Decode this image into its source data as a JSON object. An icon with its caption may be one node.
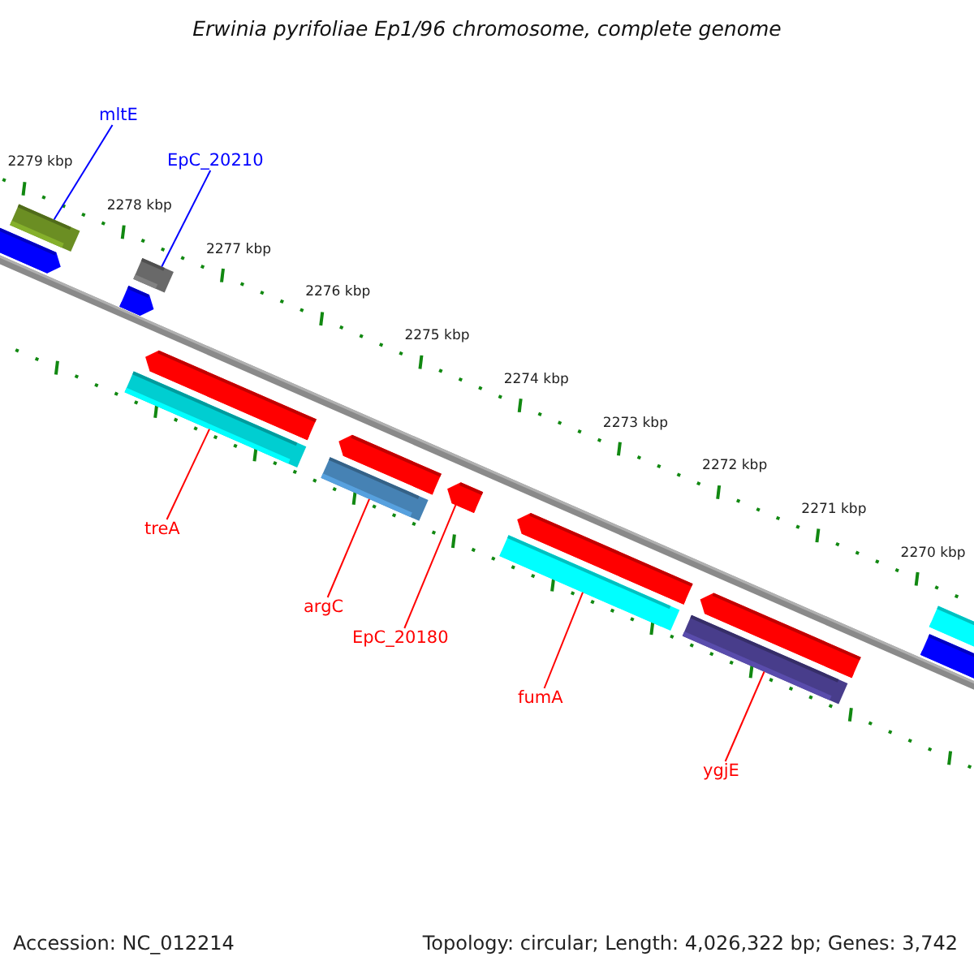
{
  "diagram": {
    "title": "Erwinia pyrifoliae Ep1/96 chromosome, complete genome",
    "nodes": [
      {
        "text": [
          "mltE"
        ]
      },
      {
        "text": [
          "EpC_20210"
        ]
      },
      {
        "text": [
          "treA"
        ]
      },
      {
        "text": [
          "argC"
        ]
      },
      {
        "text": [
          "EpC_20180"
        ]
      },
      {
        "text": [
          "fumA"
        ]
      },
      {
        "text": [
          "ygjE"
        ]
      },
      {
        "text": [],
        "shape": "bar"
      },
      {
        "text": [],
        "shape": "bar"
      },
      {
        "text": [],
        "shape": "bar"
      },
      {
        "text": [],
        "shape": "bar"
      },
      {
        "text": [],
        "shape": "bar"
      },
      {
        "text": [],
        "shape": "bar"
      },
      {
        "text": [],
        "shape": "bar"
      },
      {
        "text": [],
        "shape": "bar"
      },
      {
        "text": [],
        "shape": "bar"
      },
      {
        "text": [],
        "shape": "bar"
      },
      {
        "text": [],
        "shape": "bar"
      },
      {
        "text": [],
        "shape": "bar"
      },
      {
        "text": [],
        "shape": "bar"
      },
      {
        "text": [],
        "shape": "bar"
      },
      {
        "text": [],
        "shape": "bar"
      }
    ],
    "edges": [
      {
        "from": 0,
        "to": 8,
        "arrow": "none",
        "color": "#0000ff"
      },
      {
        "from": 1,
        "to": 11,
        "arrow": "none",
        "color": "#0000ff"
      },
      {
        "from": 2,
        "to": 10,
        "arrow": "none"
      },
      {
        "from": 3,
        "to": 13,
        "arrow": "none"
      },
      {
        "from": 4,
        "to": 15,
        "arrow": "none"
      },
      {
        "from": 5,
        "to": 16,
        "arrow": "none"
      },
      {
        "from": 6,
        "to": 18,
        "arrow": "none"
      }
    ],
    "labels": [
      "2279 kbp",
      "2278 kbp",
      "2277 kbp",
      "2276 kbp",
      "2275 kbp",
      "2274 kbp",
      "2273 kbp",
      "2272 kbp",
      "2271 kbp",
      "2270 kbp",
      "Accession: NC_012214",
      "Topology: circular; Length: 4,026,322 bp; Genes: 3,742"
    ]
  }
}
